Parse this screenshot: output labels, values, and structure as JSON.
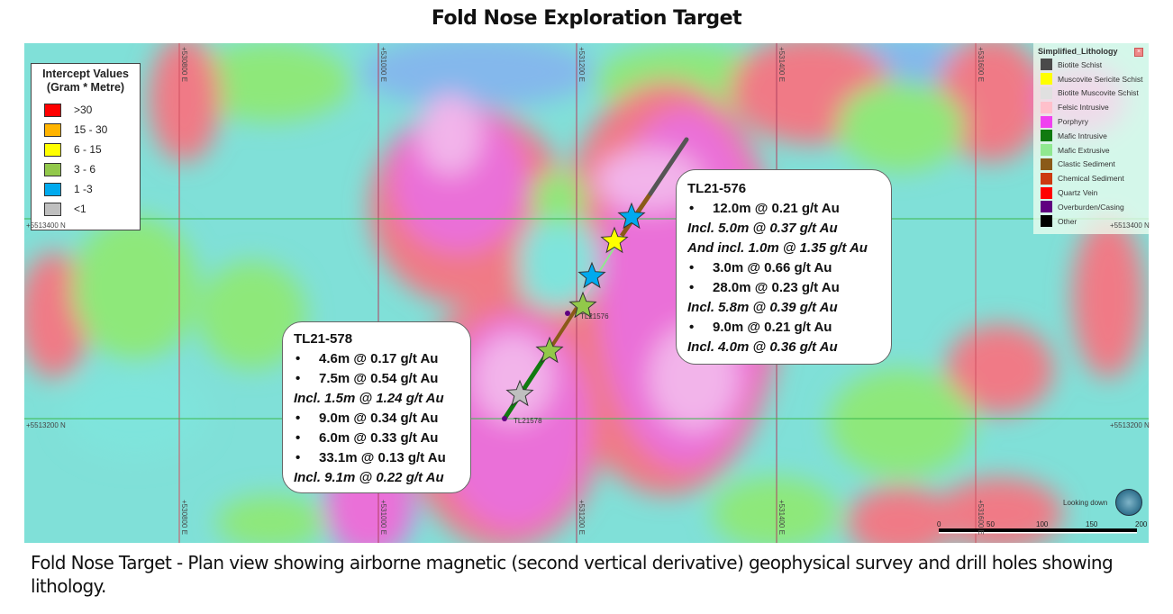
{
  "title": "Fold Nose Exploration Target",
  "caption": "Fold Nose Target - Plan view showing airborne magnetic (second vertical derivative) geophysical survey and drill holes showing lithology.",
  "map": {
    "grid_easting_labels": [
      "+530800 E",
      "+531000 E",
      "+531200 E",
      "+531400 E",
      "+531600 E"
    ],
    "grid_northing_labels": [
      "+5513400 N",
      "+5513200 N"
    ],
    "view_label": "Looking down",
    "scale_ticks": [
      "0",
      "50",
      "100",
      "150",
      "200"
    ],
    "drill_holes": [
      {
        "id": "TL21576",
        "label": "TL21576"
      },
      {
        "id": "TL21578",
        "label": "TL21578"
      }
    ],
    "star_intercepts_bottom_to_top": [
      "<1",
      "3 - 6",
      "3 - 6",
      "1 -3",
      "6 - 15",
      "1 -3"
    ]
  },
  "intercept_legend": {
    "title_line1": "Intercept Values",
    "title_line2": "(Gram * Metre)",
    "items": [
      {
        "label": ">30",
        "color": "#ff0000"
      },
      {
        "label": "15 - 30",
        "color": "#ffb400"
      },
      {
        "label": "6 - 15",
        "color": "#ffff00"
      },
      {
        "label": "3 - 6",
        "color": "#92c84a"
      },
      {
        "label": "1 -3",
        "color": "#00aaee"
      },
      {
        "label": "<1",
        "color": "#bfbfbf"
      }
    ]
  },
  "lithology_legend": {
    "title": "Simplified_Lithology",
    "items": [
      {
        "label": "Biotite Schist",
        "color": "#4a4a4a"
      },
      {
        "label": "Muscovite Sericite Schist",
        "color": "#ffff00"
      },
      {
        "label": "Biotite Muscovite Schist",
        "color": "#e0e0e0"
      },
      {
        "label": "Felsic Intrusive",
        "color": "#ffc0cb"
      },
      {
        "label": "Porphyry",
        "color": "#f040f0"
      },
      {
        "label": "Mafic Intrusive",
        "color": "#107a10"
      },
      {
        "label": "Mafic Extrusive",
        "color": "#90e890"
      },
      {
        "label": "Clastic Sediment",
        "color": "#8a5a18"
      },
      {
        "label": "Chemical Sediment",
        "color": "#cc3a10"
      },
      {
        "label": "Quartz Vein",
        "color": "#ff0000"
      },
      {
        "label": "Overburden/Casing",
        "color": "#600080"
      },
      {
        "label": "Other",
        "color": "#000000"
      }
    ]
  },
  "tl21_576": {
    "heading": "TL21-576",
    "lines": [
      {
        "text": "12.0m @ 0.21 g/t Au",
        "style": "bullet"
      },
      {
        "text": "Incl. 5.0m @ 0.37 g/t Au",
        "style": "italic"
      },
      {
        "text": "And incl. 1.0m @ 1.35 g/t Au",
        "style": "italic"
      },
      {
        "text": "3.0m @ 0.66 g/t Au",
        "style": "bullet"
      },
      {
        "text": "28.0m @ 0.23 g/t Au",
        "style": "bullet"
      },
      {
        "text": "Incl. 5.8m  @ 0.39 g/t Au",
        "style": "italic"
      },
      {
        "text": "9.0m @ 0.21 g/t Au",
        "style": "bullet"
      },
      {
        "text": "Incl. 4.0m @ 0.36 g/t Au",
        "style": "italic"
      }
    ]
  },
  "tl21_578": {
    "heading": "TL21-578",
    "lines": [
      {
        "text": "4.6m @ 0.17 g/t Au",
        "style": "bullet"
      },
      {
        "text": "7.5m @ 0.54 g/t Au",
        "style": "bullet"
      },
      {
        "text": "Incl. 1.5m @ 1.24 g/t Au",
        "style": "italic"
      },
      {
        "text": "9.0m @ 0.34 g/t Au",
        "style": "bullet"
      },
      {
        "text": "6.0m @ 0.33 g/t Au",
        "style": "bullet"
      },
      {
        "text": "33.1m @ 0.13 g/t Au",
        "style": "bullet"
      },
      {
        "text": "Incl. 9.1m @ 0.22 g/t Au",
        "style": "italic"
      }
    ]
  }
}
